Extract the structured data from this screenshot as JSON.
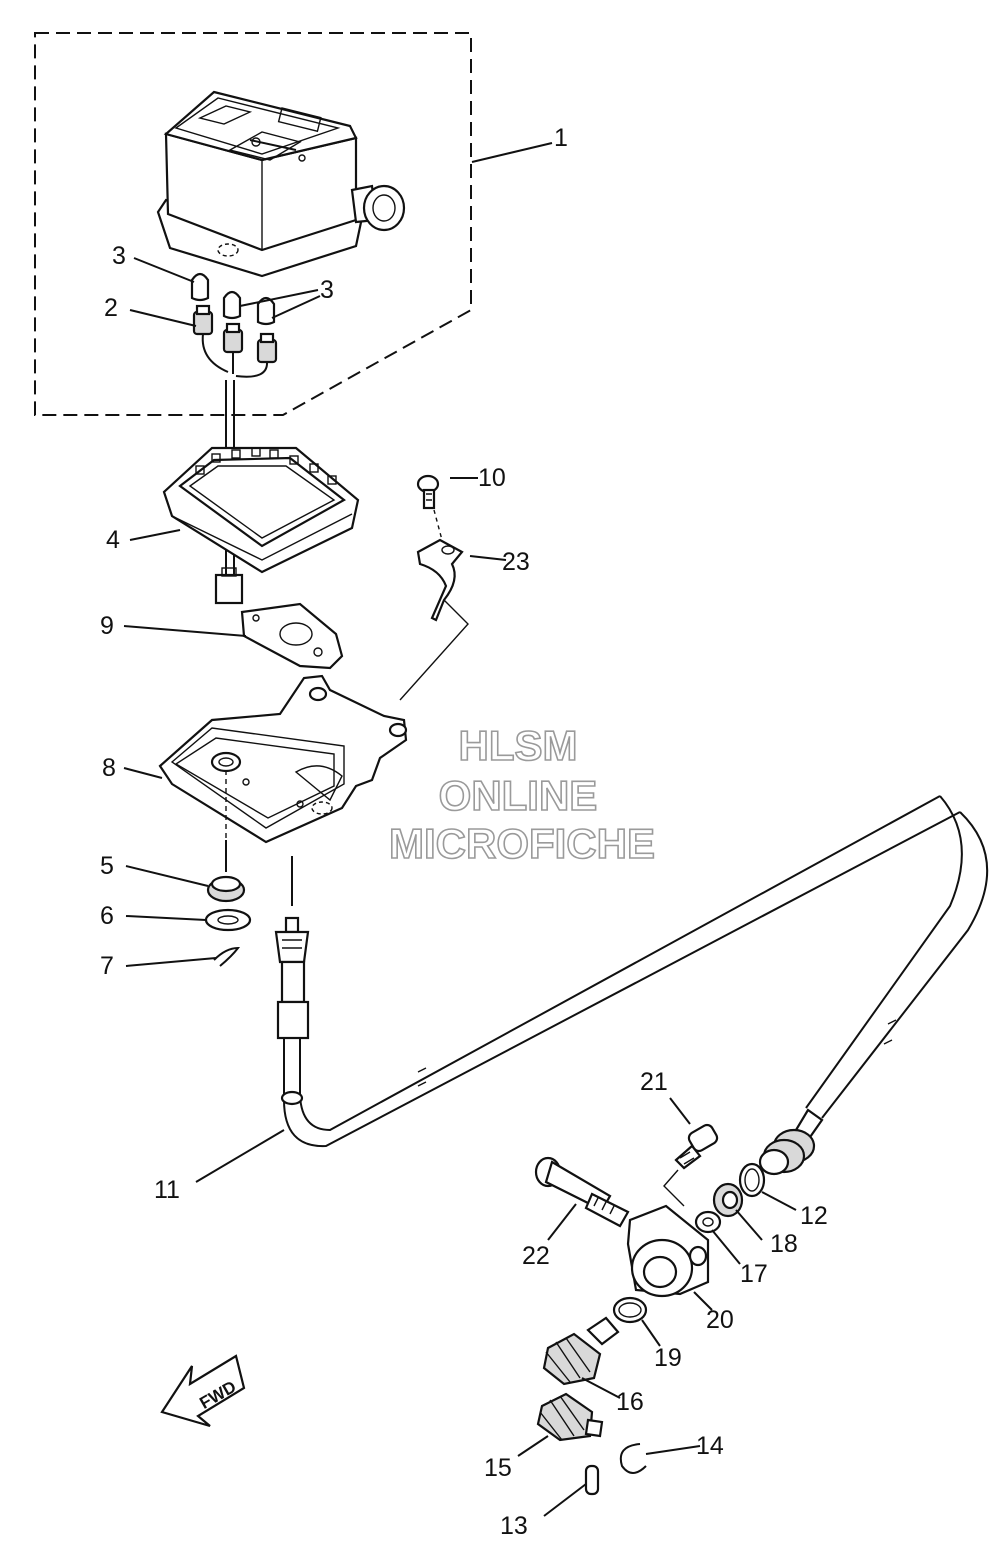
{
  "diagram": {
    "callouts": [
      "1",
      "2",
      "3",
      "3",
      "4",
      "5",
      "6",
      "7",
      "8",
      "9",
      "10",
      "11",
      "12",
      "13",
      "14",
      "15",
      "16",
      "17",
      "18",
      "19",
      "20",
      "21",
      "22",
      "23"
    ],
    "watermark": {
      "line1": "HLSM",
      "line2": "ONLINE",
      "line3": "MICROFICHE"
    },
    "fwd_label": "FWD"
  }
}
